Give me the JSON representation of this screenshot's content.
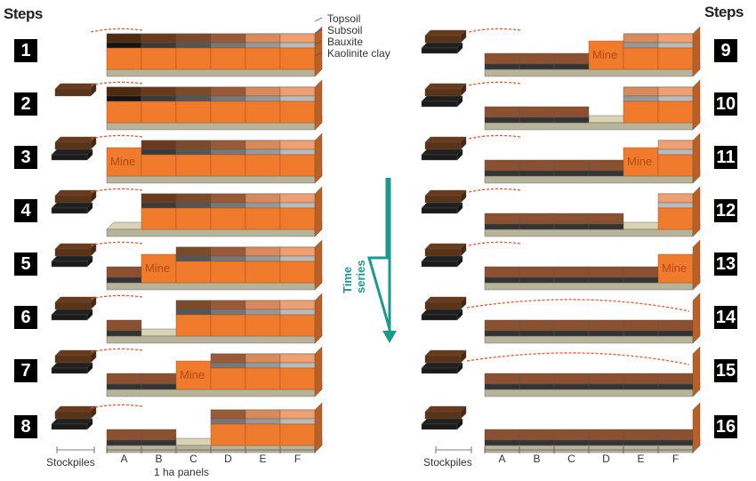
{
  "headings": {
    "steps_left": "Steps",
    "steps_right": "Steps"
  },
  "legend": {
    "topsoil": "Topsoil",
    "subsoil": "Subsoil",
    "bauxite": "Bauxite",
    "clay": "Kaolinite clay"
  },
  "axis": {
    "panels_left": [
      "A",
      "B",
      "C",
      "D",
      "E",
      "F"
    ],
    "panels_right": [
      "A",
      "B",
      "C",
      "D",
      "E",
      "F"
    ],
    "panels_caption": "1 ha panels",
    "stockpiles_left": "Stockpiles",
    "stockpiles_right": "Stockpiles"
  },
  "time_series": "Time series",
  "mine_label": "Mine",
  "colors": {
    "topsoil": "#5a3216",
    "subsoil_dark": "#1a1a1a",
    "bauxite": "#f07b2c",
    "base": "#b8b49a",
    "mined_grey": "#7a7a7a",
    "arrow": "#e8552c",
    "time_arrow": "#1a9a8c",
    "restored": "#8a5030"
  },
  "steps": [
    {
      "n": "1",
      "mine_panel": null
    },
    {
      "n": "2",
      "mine_panel": null
    },
    {
      "n": "3",
      "mine_panel": "A"
    },
    {
      "n": "4",
      "mine_panel": null
    },
    {
      "n": "5",
      "mine_panel": "B"
    },
    {
      "n": "6",
      "mine_panel": null
    },
    {
      "n": "7",
      "mine_panel": "C"
    },
    {
      "n": "8",
      "mine_panel": null
    },
    {
      "n": "9",
      "mine_panel": "D"
    },
    {
      "n": "10",
      "mine_panel": null
    },
    {
      "n": "11",
      "mine_panel": "E"
    },
    {
      "n": "12",
      "mine_panel": null
    },
    {
      "n": "13",
      "mine_panel": "F"
    },
    {
      "n": "14",
      "mine_panel": null
    },
    {
      "n": "15",
      "mine_panel": null
    },
    {
      "n": "16",
      "mine_panel": null
    }
  ]
}
